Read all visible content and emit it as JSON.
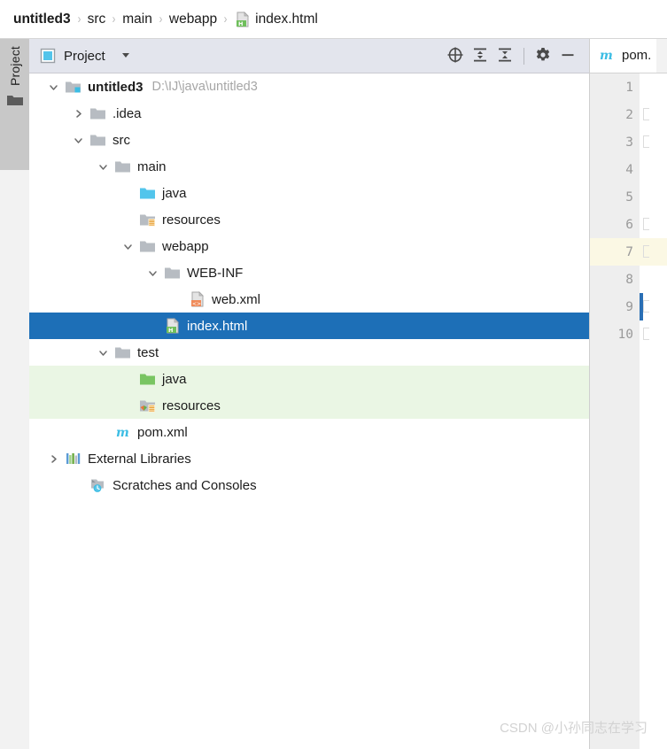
{
  "breadcrumb": {
    "items": [
      {
        "label": "untitled3",
        "bold": true
      },
      {
        "label": "src",
        "bold": false
      },
      {
        "label": "main",
        "bold": false
      },
      {
        "label": "webapp",
        "bold": false
      }
    ],
    "separator": "›",
    "file": {
      "label": "index.html",
      "icon": "html-file-icon"
    }
  },
  "left_strip": {
    "tab_label": "Project",
    "tab_icon": "folder-icon"
  },
  "project_panel": {
    "title": "Project",
    "title_icon": "project-view-icon",
    "dropdown_icon": "chevron-down-icon",
    "toolbar_buttons": [
      {
        "name": "scroll-from-source-button",
        "icon": "crosshair-target-icon"
      },
      {
        "name": "expand-all-button",
        "icon": "expand-all-icon"
      },
      {
        "name": "collapse-all-button",
        "icon": "collapse-all-icon"
      },
      {
        "name": "settings-button",
        "icon": "gear-icon"
      },
      {
        "name": "hide-button",
        "icon": "minimize-icon"
      }
    ]
  },
  "tree": {
    "nodes": [
      {
        "label": "untitled3",
        "path": "D:\\IJ\\java\\untitled3",
        "indent": 0,
        "toggle": "expanded",
        "icon": "project-root-folder-icon",
        "bold": true,
        "state": "normal"
      },
      {
        "label": ".idea",
        "path": "",
        "indent": 1,
        "toggle": "collapsed",
        "icon": "folder-icon",
        "bold": false,
        "state": "normal"
      },
      {
        "label": "src",
        "path": "",
        "indent": 1,
        "toggle": "expanded",
        "icon": "folder-icon",
        "bold": false,
        "state": "normal"
      },
      {
        "label": "main",
        "path": "",
        "indent": 2,
        "toggle": "expanded",
        "icon": "folder-icon",
        "bold": false,
        "state": "normal"
      },
      {
        "label": "java",
        "path": "",
        "indent": 3,
        "toggle": "none",
        "icon": "source-root-folder-icon",
        "bold": false,
        "state": "normal"
      },
      {
        "label": "resources",
        "path": "",
        "indent": 3,
        "toggle": "none",
        "icon": "resources-folder-icon",
        "bold": false,
        "state": "normal"
      },
      {
        "label": "webapp",
        "path": "",
        "indent": 3,
        "toggle": "expanded",
        "icon": "folder-icon",
        "bold": false,
        "state": "normal"
      },
      {
        "label": "WEB-INF",
        "path": "",
        "indent": 4,
        "toggle": "expanded",
        "icon": "folder-icon",
        "bold": false,
        "state": "normal"
      },
      {
        "label": "web.xml",
        "path": "",
        "indent": 5,
        "toggle": "none",
        "icon": "xml-file-icon",
        "bold": false,
        "state": "normal"
      },
      {
        "label": "index.html",
        "path": "",
        "indent": 4,
        "toggle": "none",
        "icon": "html-file-icon",
        "bold": false,
        "state": "selected"
      },
      {
        "label": "test",
        "path": "",
        "indent": 2,
        "toggle": "expanded",
        "icon": "folder-icon",
        "bold": false,
        "state": "normal"
      },
      {
        "label": "java",
        "path": "",
        "indent": 3,
        "toggle": "none",
        "icon": "test-source-root-folder-icon",
        "bold": false,
        "state": "testsrc"
      },
      {
        "label": "resources",
        "path": "",
        "indent": 3,
        "toggle": "none",
        "icon": "test-resources-folder-icon",
        "bold": false,
        "state": "testsrc"
      },
      {
        "label": "pom.xml",
        "path": "",
        "indent": 2,
        "toggle": "none",
        "icon": "maven-file-icon",
        "bold": false,
        "state": "normal"
      },
      {
        "label": "External Libraries",
        "path": "",
        "indent": 1,
        "toggle": "collapsed",
        "icon": "libraries-icon",
        "bold": false,
        "state": "normal"
      },
      {
        "label": "Scratches and Consoles",
        "path": "",
        "indent": 1,
        "toggle": "none",
        "icon": "scratches-icon",
        "bold": false,
        "state": "normal"
      }
    ]
  },
  "editor": {
    "tab_label": "pom.",
    "tab_icon": "maven-file-icon",
    "line_numbers": [
      "1",
      "2",
      "3",
      "4",
      "5",
      "6",
      "7",
      "8",
      "9",
      "10"
    ],
    "current_line": "7"
  },
  "watermark": "CSDN @小孙同志在学习",
  "colors": {
    "selection_blue": "#1d6fb7",
    "test_source_green": "#eaf6e4",
    "toolbar_blue_gray": "#e3e5ed",
    "current_line_yellow": "#fbf8e4",
    "gutter_gray": "#eeeeee"
  }
}
